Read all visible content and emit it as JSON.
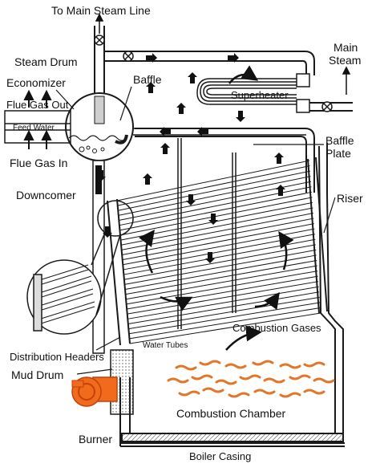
{
  "labels": {
    "to_main_steam_line": "To Main Steam Line",
    "steam_drum": "Steam Drum",
    "economizer": "Economizer",
    "flue_gas_out": "Flue Gas Out",
    "feed_water": "Feed Water",
    "flue_gas_in": "Flue Gas In",
    "baffle": "Baffle",
    "superheater": "Superheater",
    "main_steam_line1": "Main",
    "main_steam_line2": "Steam",
    "baffle_plate_line1": "Baffle",
    "baffle_plate_line2": "Plate",
    "downcomer": "Downcomer",
    "riser": "Riser",
    "combustion_gases": "Combustion Gases",
    "water_tubes": "Water Tubes",
    "distribution_headers": "Distribution Headers",
    "mud_drum": "Mud Drum",
    "combustion_chamber": "Combustion Chamber",
    "burner": "Burner",
    "boiler_casing": "Boiler Casing"
  },
  "colors": {
    "line": "#1a1a1a",
    "burner": "#f26b1d",
    "flame": "#e0772a",
    "background": "#ffffff"
  },
  "icons": {
    "valve": "valve-icon",
    "flow_arrow": "flow-arrow-icon",
    "burner": "burner-icon",
    "flame": "flame-icon"
  }
}
